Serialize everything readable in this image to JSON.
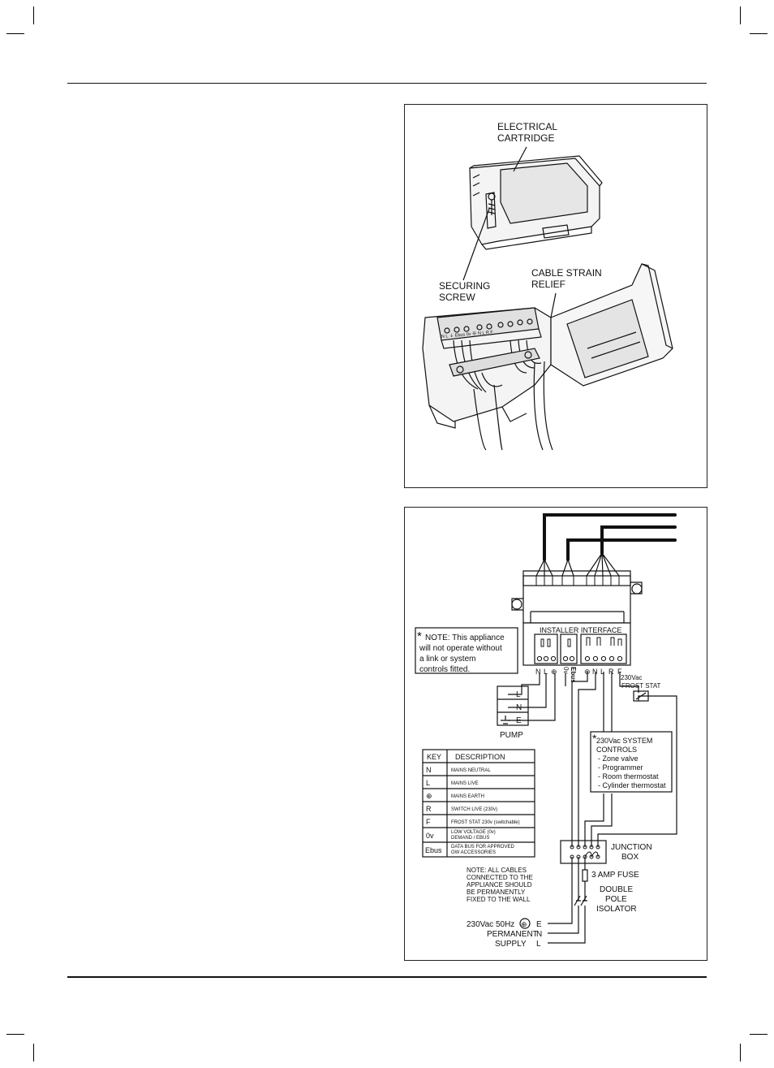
{
  "figure1": {
    "label_cartridge_1": "ELECTRICAL",
    "label_cartridge_2": "CARTRIDGE",
    "label_screw_1": "SECURING",
    "label_screw_2": "SCREW",
    "label_strain_1": "CABLE STRAIN",
    "label_strain_2": "RELIEF",
    "terminal_labels": "N  L  ⏚  Ebus 0v  ⊕  N  L  R  F"
  },
  "figure2": {
    "installer_interface": "INSTALLER INTERFACE",
    "note_star": "*",
    "note_lines": [
      "NOTE: This appliance",
      "will not operate without",
      "a link or system",
      "controls fitted."
    ],
    "terminals_pump": [
      "N",
      "L",
      "⊕"
    ],
    "terminals_ebus": [
      "0v",
      "Ebus"
    ],
    "terminals_main": [
      "⊕",
      "N",
      "L",
      "R",
      "F"
    ],
    "pump_terms": [
      "L",
      "N",
      "E"
    ],
    "pump_label": "PUMP",
    "frost_stat_1": "230Vac",
    "frost_stat_2": "FROST STAT",
    "controls_star": "*",
    "controls_title_1": "230Vac SYSTEM",
    "controls_title_2": "CONTROLS",
    "controls_items": [
      "- Zone valve",
      "- Programmer",
      "- Room thermostat",
      "- Cylinder thermostat"
    ],
    "key_header": [
      "KEY",
      "DESCRIPTION"
    ],
    "key_rows": [
      {
        "k": "N",
        "d": [
          "MAINS NEUTRAL"
        ]
      },
      {
        "k": "L",
        "d": [
          "MAINS LIVE"
        ]
      },
      {
        "k": "⊕",
        "d": [
          "MAINS EARTH"
        ]
      },
      {
        "k": "R",
        "d": [
          "SWITCH LIVE (230v)"
        ]
      },
      {
        "k": "F",
        "d": [
          "FROST STAT 230v (switchable)"
        ]
      },
      {
        "k": "0v",
        "d": [
          "LOW VOLTAGE (0v)",
          "DEMAND / EBUS"
        ]
      },
      {
        "k": "Ebus",
        "d": [
          "DATA BUS FOR APPROVED",
          "GW ACCESSORIES"
        ]
      }
    ],
    "junction_1": "JUNCTION",
    "junction_2": "BOX",
    "fuse": "3 AMP FUSE",
    "isolator": [
      "DOUBLE",
      "POLE",
      "ISOLATOR"
    ],
    "cable_note": [
      "NOTE: ALL CABLES",
      "CONNECTED TO THE",
      "APPLIANCE SHOULD",
      "BE PERMANENTLY",
      "FIXED TO THE WALL"
    ],
    "supply": [
      "230Vac 50Hz",
      "PERMANENT",
      "SUPPLY"
    ],
    "supply_earth": "⊕",
    "supply_terms": [
      "E",
      "N",
      "L"
    ]
  }
}
